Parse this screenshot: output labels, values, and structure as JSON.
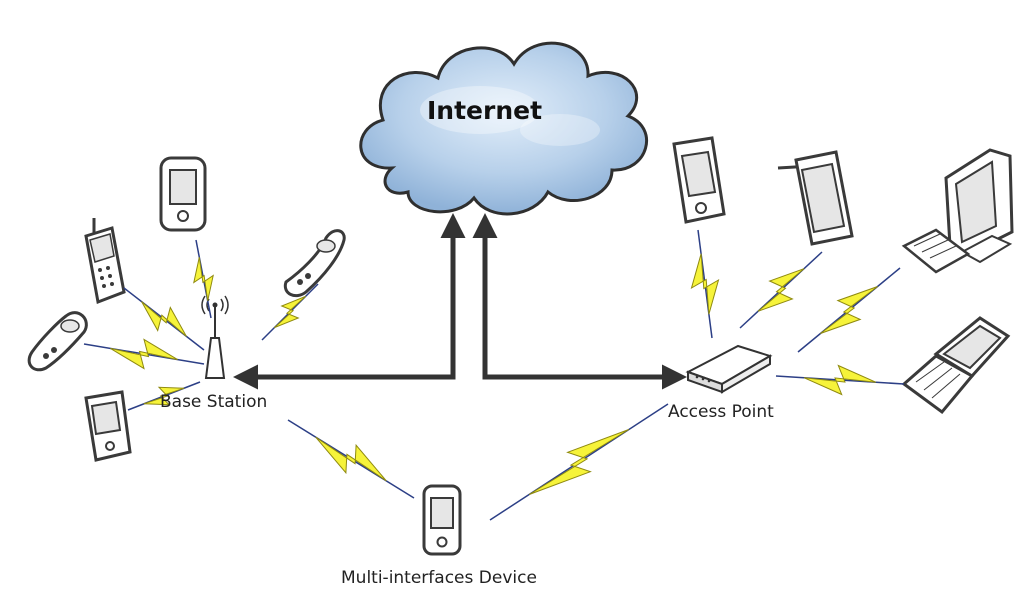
{
  "labels": {
    "cloud": "Internet",
    "base_station": "Base Station",
    "access_point": "Access Point",
    "multi_device": "Multi-interfaces Device"
  },
  "colors": {
    "bolt_fill": "#f6f33a",
    "bolt_stroke": "#8f8a10",
    "link_line": "#2c3f86",
    "arrow": "#333333",
    "cloud_fill": "#b9d3ea",
    "cloud_stroke": "#2f2f2f",
    "device_stroke": "#3a3a3a",
    "device_fill": "#ffffff",
    "screen_fill": "#e6e6e6"
  }
}
